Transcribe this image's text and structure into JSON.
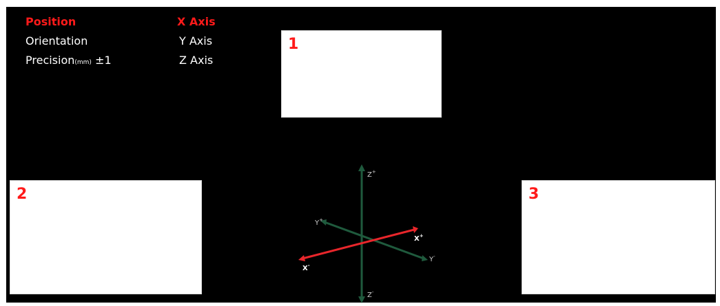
{
  "menu": {
    "left": [
      {
        "label": "Position",
        "active": true
      },
      {
        "label": "Orientation",
        "active": false
      },
      {
        "label": "Precision",
        "unit": "(mm)",
        "value": "±1",
        "active": false
      }
    ],
    "right": [
      {
        "label": "X Axis",
        "active": true
      },
      {
        "label": "Y Axis",
        "active": false
      },
      {
        "label": "Z Axis",
        "active": false
      }
    ]
  },
  "slots": [
    {
      "number": "1"
    },
    {
      "number": "2"
    },
    {
      "number": "3"
    }
  ],
  "axes": {
    "z_plus": "Z",
    "z_plus_sign": "+",
    "z_minus": "Z",
    "z_minus_sign": "-",
    "y_plus": "Y",
    "y_plus_sign": "+",
    "y_minus": "Y",
    "y_minus_sign": "-",
    "x_plus": "X",
    "x_plus_sign": "+",
    "x_minus": "X",
    "x_minus_sign": "-"
  },
  "colors": {
    "background": "#000000",
    "active": "#ff1a1a",
    "text": "#ffffff",
    "x_axis": "#e8262b",
    "y_axis": "#1f5a3d",
    "z_axis": "#1f5a3d"
  }
}
